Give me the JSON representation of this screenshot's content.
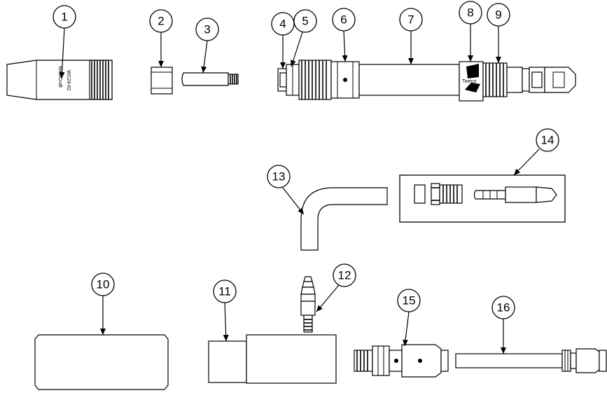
{
  "callouts": [
    {
      "id": "1",
      "label": "1"
    },
    {
      "id": "2",
      "label": "2"
    },
    {
      "id": "3",
      "label": "3"
    },
    {
      "id": "4",
      "label": "4"
    },
    {
      "id": "5",
      "label": "5"
    },
    {
      "id": "6",
      "label": "6"
    },
    {
      "id": "7",
      "label": "7"
    },
    {
      "id": "8",
      "label": "8"
    },
    {
      "id": "9",
      "label": "9"
    },
    {
      "id": "10",
      "label": "10"
    },
    {
      "id": "11",
      "label": "11"
    },
    {
      "id": "12",
      "label": "12"
    },
    {
      "id": "13",
      "label": "13"
    },
    {
      "id": "14",
      "label": "14"
    },
    {
      "id": "15",
      "label": "15"
    },
    {
      "id": "16",
      "label": "16"
    }
  ],
  "nozzle_stamp": "WC24-62",
  "nozzle_brand": "WeldCraft",
  "handle_logo": "Tweco"
}
